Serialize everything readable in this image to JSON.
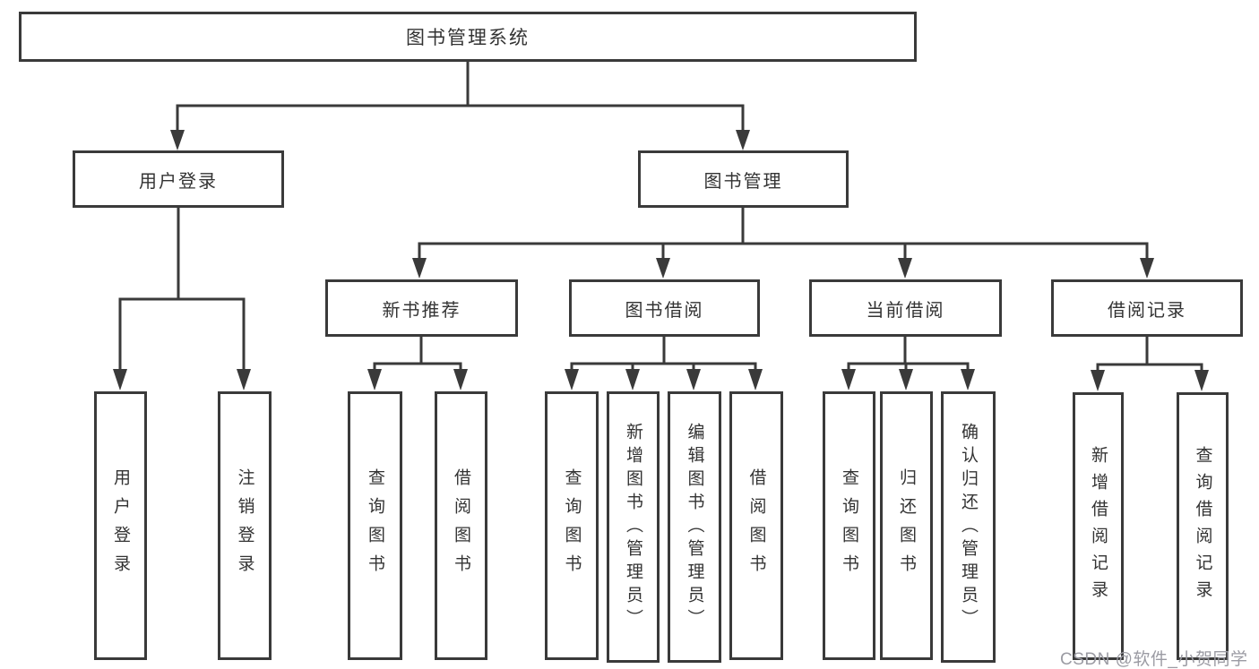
{
  "diagram": {
    "root": {
      "label": "图书管理系统"
    },
    "level2": {
      "user_login": {
        "label": "用户登录"
      },
      "book_mgmt": {
        "label": "图书管理"
      }
    },
    "level3": {
      "new_books": {
        "label": "新书推荐"
      },
      "book_borrow": {
        "label": "图书借阅"
      },
      "current_borrow": {
        "label": "当前借阅"
      },
      "borrow_records": {
        "label": "借阅记录"
      }
    },
    "leaves": {
      "user_login_leaf": "用户登录",
      "logout_leaf": "注销登录",
      "nb_query": "查询图书",
      "nb_borrow": "借阅图书",
      "bb_query": "查询图书",
      "bb_add": "新增图书（管理员）",
      "bb_edit": "编辑图书（管理员）",
      "bb_borrow": "借阅图书",
      "cb_query": "查询图书",
      "cb_return": "归还图书",
      "cb_confirm": "确认归还（管理员）",
      "br_add": "新增借阅记录",
      "br_query": "查询借阅记录"
    }
  },
  "watermark": "CSDN @软件_小贺同学",
  "colors": {
    "line": "#3a3a3a",
    "text": "#333333",
    "watermark": "#9b9ba3",
    "background": "#ffffff"
  }
}
